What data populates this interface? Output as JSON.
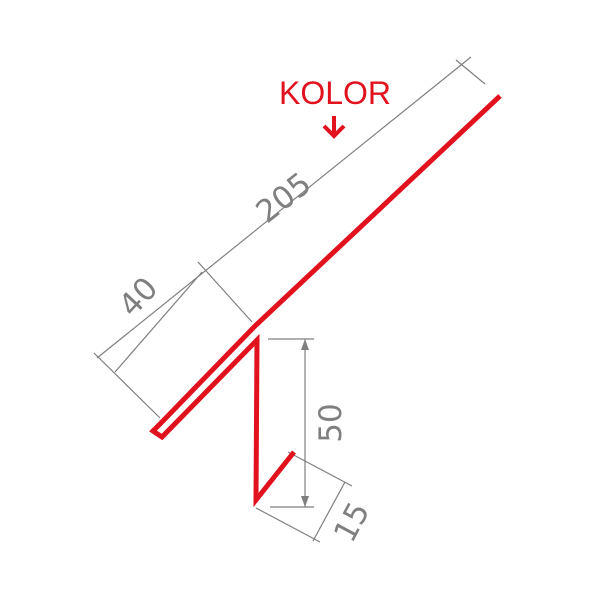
{
  "labels": {
    "kolor": "KOLOR",
    "dim_205": "205",
    "dim_40": "40",
    "dim_50": "50",
    "dim_15": "15"
  },
  "colors": {
    "profile": "#e1111e",
    "dimension": "#7f7f7f"
  }
}
